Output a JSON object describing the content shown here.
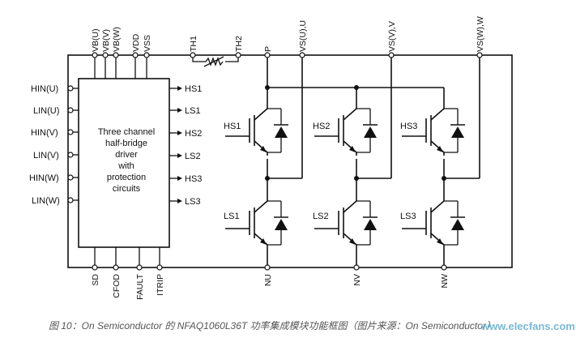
{
  "module": {
    "top_pins": [
      "VB(U)",
      "VB(V)",
      "VB(W)",
      "VDD",
      "VSS",
      "TH1",
      "TH2",
      "P",
      "VS(U),U",
      "VS(V),V",
      "VS(W),W"
    ],
    "bottom_pins": [
      "SD",
      "CFOD",
      "FAULT",
      "ITRIP",
      "NU",
      "NV",
      "NW"
    ],
    "inputs": [
      "HIN(U)",
      "LIN(U)",
      "HIN(V)",
      "LIN(V)",
      "HIN(W)",
      "LIN(W)"
    ],
    "driver_text": [
      "Three channel",
      "half-bridge",
      "driver",
      "with",
      "protection",
      "circuits"
    ],
    "driver_outputs": [
      "HS1",
      "LS1",
      "HS2",
      "LS2",
      "HS3",
      "LS3"
    ],
    "high_side_switches": [
      "HS1",
      "HS2",
      "HS3"
    ],
    "low_side_switches": [
      "LS1",
      "LS2",
      "LS3"
    ]
  },
  "caption": "图 10：On Semiconductor 的 NFAQ1060L36T 功率集成模块功能框图（图片来源：On Semiconductor）",
  "watermark": "www.elecfans.com"
}
